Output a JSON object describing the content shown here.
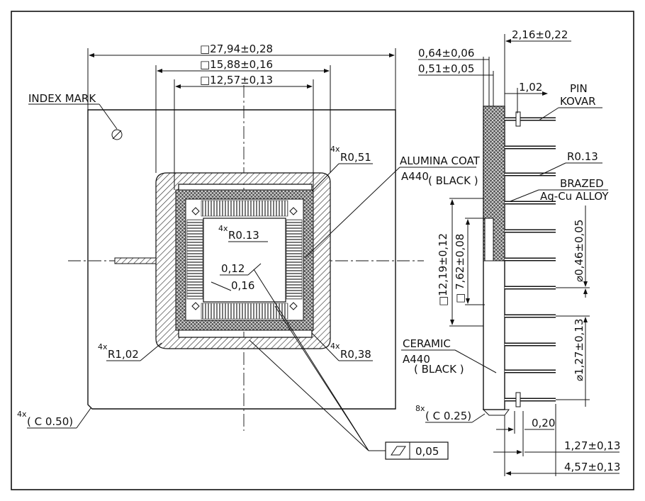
{
  "dimensions": {
    "outer_square": "□27,94±0,28",
    "mid_square": "□15,88±0,16",
    "inner_square": "□12,57±0,13",
    "top_total": "2,16±0,22",
    "top_064": "0,64±0,06",
    "top_051": "0,51±0,05",
    "top_102": "1,02",
    "cavity_1219": "□12,19±0,12",
    "cavity_762": "□ 7,62±0,08",
    "pin_dia": "⌀0,46±0,05",
    "pin_pitch_v": "⌀1,27±0,13",
    "bottom_020": "0,20",
    "bottom_127": "1,27±0,13",
    "bottom_457": "4,57±0,13",
    "flatness": "0,05",
    "inner_012": "0,12",
    "inner_016": "0,16"
  },
  "labels": {
    "index_mark": "INDEX MARK",
    "pin": "PIN",
    "kovar": "KOVAR",
    "r051": "R0,51",
    "r013_side": "R0.13",
    "r013_inner": "R0.13",
    "r102": "R1,02",
    "r038": "R0,38",
    "alumina": "ALUMINA COAT",
    "a440_top": "A440",
    "black_top": "( BLACK )",
    "brazed": "BRAZED",
    "agcu": "Ag-Cu ALLOY",
    "ceramic": "CERAMIC",
    "a440_bot": "A440",
    "black_bot": "( BLACK )",
    "c050": "( C 0.50)",
    "c025": "( C 0.25)",
    "m4x": "4x",
    "m8x": "8x"
  }
}
